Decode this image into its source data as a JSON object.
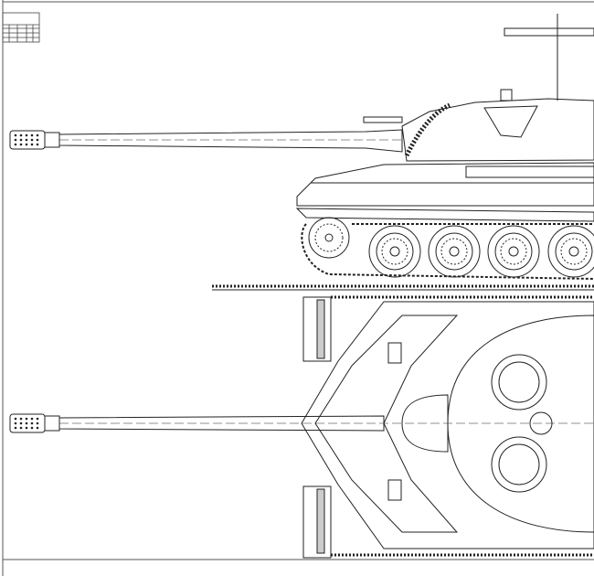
{
  "drawing": {
    "colors": {
      "background": "#ffffff",
      "line": "#222222",
      "frame": "#555555"
    },
    "views": [
      "side-view",
      "top-view"
    ],
    "road_wheel_count_visible": 4
  }
}
